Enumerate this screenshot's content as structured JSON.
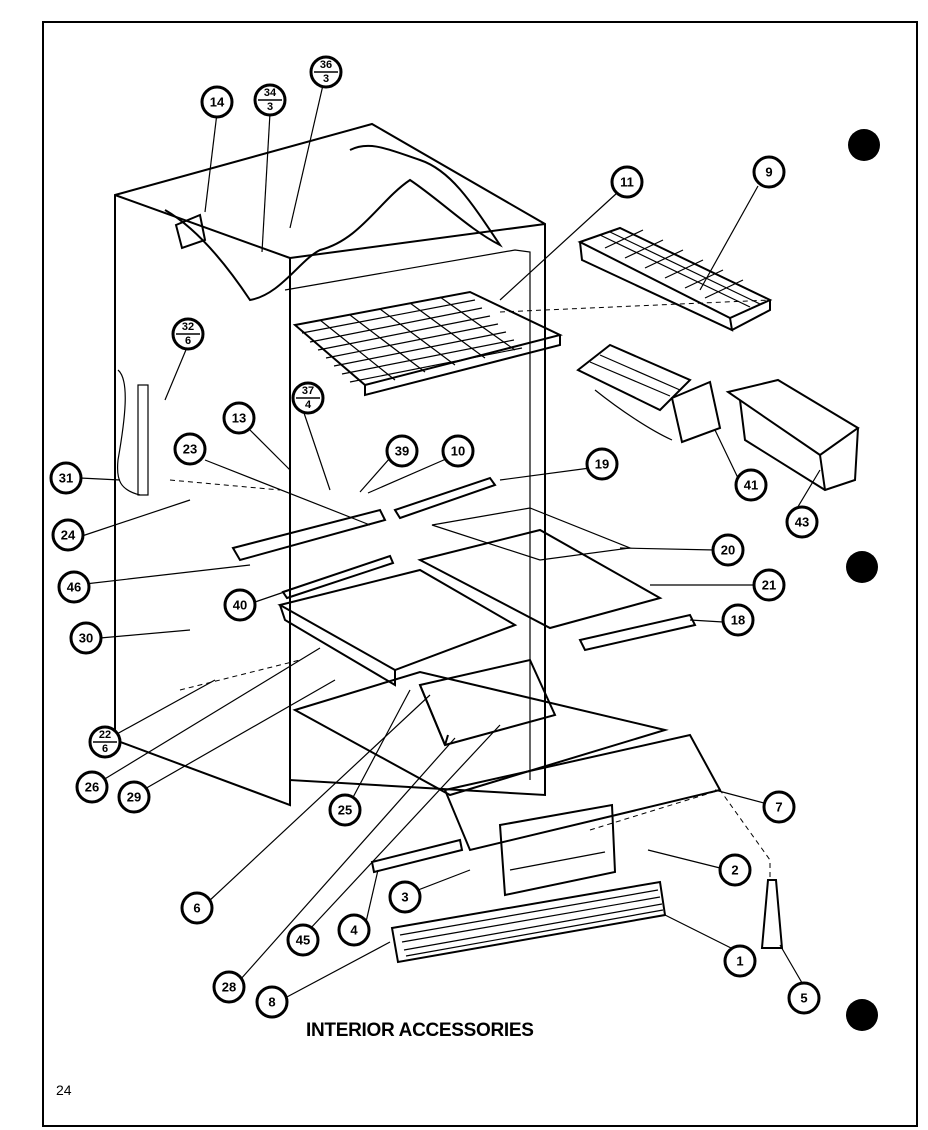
{
  "title": "INTERIOR ACCESSORIES",
  "page_number": "24",
  "callouts": {
    "c14": "14",
    "c34": {
      "top": "34",
      "bottom": "3"
    },
    "c36": {
      "top": "36",
      "bottom": "3"
    },
    "c11": "11",
    "c9": "9",
    "c32": {
      "top": "32",
      "bottom": "6"
    },
    "c37": {
      "top": "37",
      "bottom": "4"
    },
    "c13": "13",
    "c23": "23",
    "c39": "39",
    "c10": "10",
    "c19": "19",
    "c41": "41",
    "c43": "43",
    "c31": "31",
    "c24": "24",
    "c20": "20",
    "c21": "21",
    "c46": "46",
    "c40": "40",
    "c18": "18",
    "c30": "30",
    "c22": {
      "top": "22",
      "bottom": "6"
    },
    "c26": "26",
    "c29": "29",
    "c25": "25",
    "c7": "7",
    "c6": "6",
    "c2": "2",
    "c3": "3",
    "c4": "4",
    "c45": "45",
    "c1": "1",
    "c28": "28",
    "c8": "8",
    "c5": "5"
  }
}
